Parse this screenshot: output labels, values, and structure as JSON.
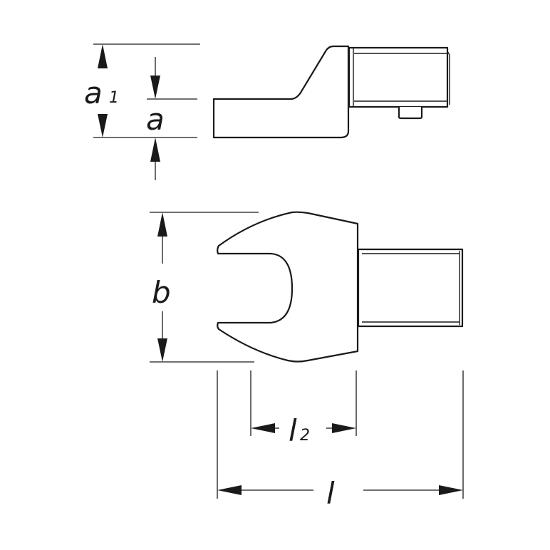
{
  "labels": {
    "a1": {
      "main": "a",
      "sub": "1"
    },
    "a": "a",
    "b": "b",
    "l2": {
      "main": "l",
      "sub": "2"
    },
    "l": "l"
  },
  "colors": {
    "line": "#1a1a1a",
    "background": "#ffffff"
  }
}
